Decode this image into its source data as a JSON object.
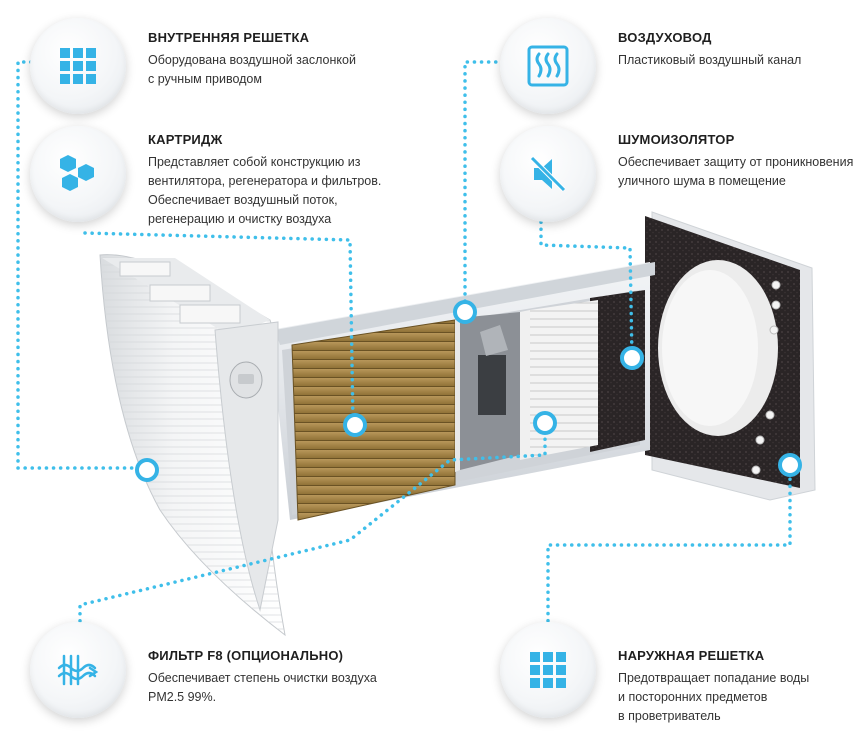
{
  "colors": {
    "accent": "#35b3e6",
    "dots": "#3fbfea",
    "text": "#222222"
  },
  "callouts": {
    "inner_grille": {
      "icon": "grid-icon",
      "title": "ВНУТРЕННЯЯ РЕШЕТКА",
      "desc": "Оборудована воздушной заслонкой\nс ручным приводом"
    },
    "cartridge": {
      "icon": "honeycomb-icon",
      "title": "КАРТРИДЖ",
      "desc": "Представляет собой конструкцию из\nвентилятора, регенератора и фильтров.\nОбеспечивает воздушный поток,\nрегенерацию и очистку воздуха"
    },
    "air_duct": {
      "icon": "heat-waves-icon",
      "title": "ВОЗДУХОВОД",
      "desc": "Пластиковый воздушный канал"
    },
    "noise_insulator": {
      "icon": "mute-speaker-icon",
      "title": "ШУМОИЗОЛЯТОР",
      "desc": "Обеспечивает защиту от проникновения\nуличного шума в помещение"
    },
    "filter": {
      "icon": "filter-icon",
      "title": "ФИЛЬТР F8 (ОПЦИОНАЛЬНО)",
      "desc": "Обеспечивает степень очистки воздуха\nPM2.5 99%."
    },
    "outer_grille": {
      "icon": "grid-icon",
      "title": "НАРУЖНАЯ РЕШЕТКА",
      "desc": "Предотвращает попадание воды\nи посторонних предметов\nв проветриватель"
    }
  }
}
